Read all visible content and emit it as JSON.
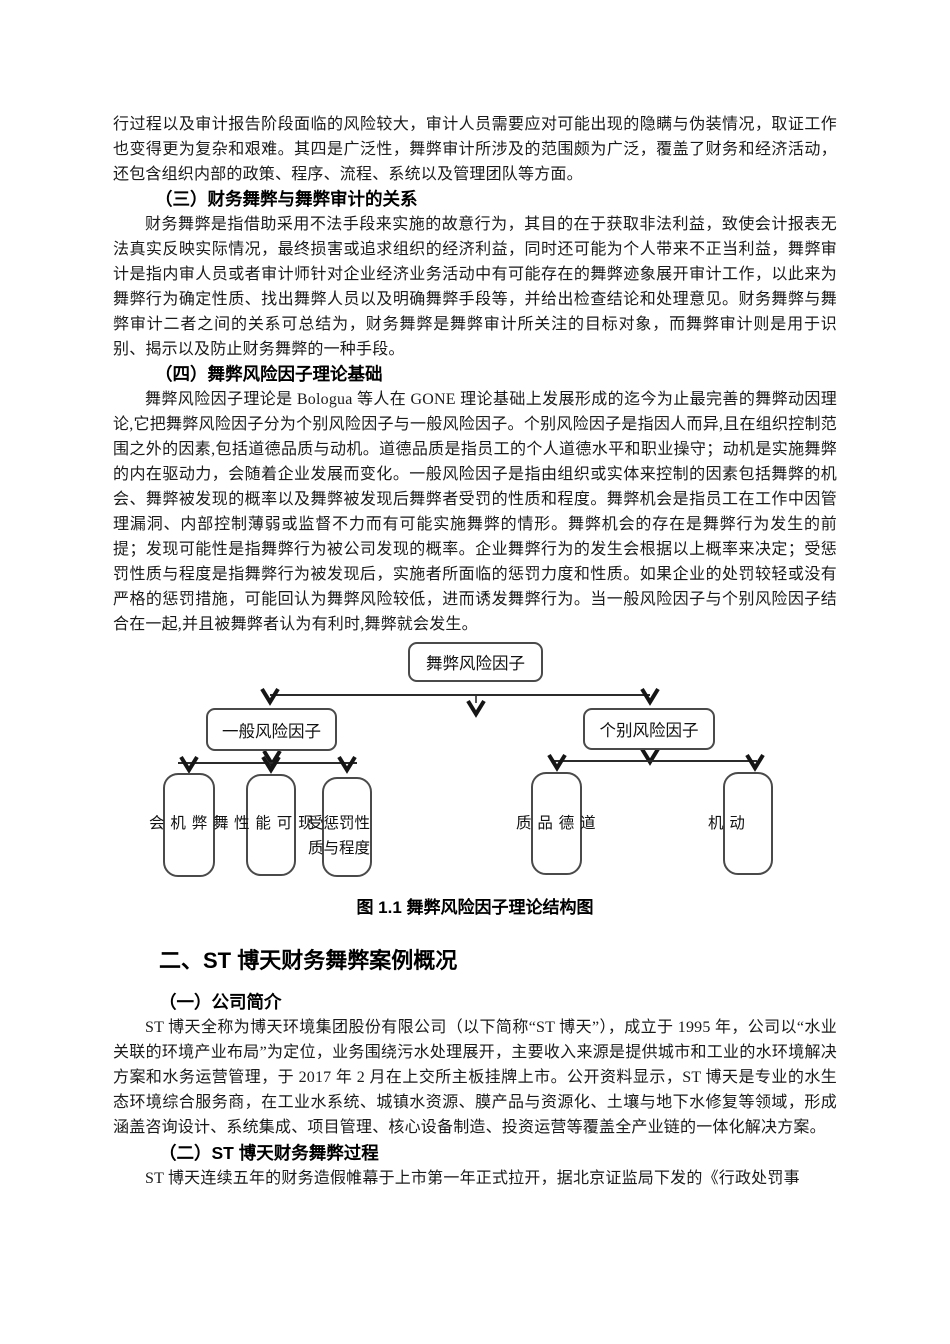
{
  "colors": {
    "background": "#ffffff",
    "text": "#1a1a1a",
    "heading": "#000000",
    "box_border": "#4a4a4a",
    "connector": "#2b2b2b"
  },
  "body_text": {
    "p1": "行过程以及审计报告阶段面临的风险较大，审计人员需要应对可能出现的隐瞒与伪装情况，取证工作也变得更为复杂和艰难。其四是广泛性，舞弊审计所涉及的范围颇为广泛，覆盖了财务和经济活动，还包含组织内部的政策、程序、流程、系统以及管理团队等方面。",
    "p2": "财务舞弊是指借助采用不法手段来实施的故意行为，其目的在于获取非法利益，致使会计报表无法真实反映实际情况，最终损害或追求组织的经济利益，同时还可能为个人带来不正当利益，舞弊审计是指内审人员或者审计师针对企业经济业务活动中有可能存在的舞弊迹象展开审计工作，以此来为舞弊行为确定性质、找出舞弊人员以及明确舞弊手段等，并给出检查结论和处理意见。财务舞弊与舞弊审计二者之间的关系可总结为，财务舞弊是舞弊审计所关注的目标对象，而舞弊审计则是用于识别、揭示以及防止财务舞弊的一种手段。",
    "p3": "舞弊风险因子理论是 Bologua 等人在 GONE 理论基础上发展形成的迄今为止最完善的舞弊动因理论,它把舞弊风险因子分为个别风险因子与一般风险因子。个别风险因子是指因人而异,且在组织控制范围之外的因素,包括道德品质与动机。道德品质是指员工的个人道德水平和职业操守；动机是实施舞弊的内在驱动力，会随着企业发展而变化。一般风险因子是指由组织或实体来控制的因素包括舞弊的机会、舞弊被发现的概率以及舞弊被发现后舞弊者受罚的性质和程度。舞弊机会是指员工在工作中因管理漏洞、内部控制薄弱或监督不力而有可能实施舞弊的情形。舞弊机会的存在是舞弊行为发生的前提；发现可能性是指舞弊行为被公司发现的概率。企业舞弊行为的发生会根据以上概率来决定；受惩罚性质与程度是指舞弊行为被发现后，实施者所面临的惩罚力度和性质。如果企业的处罚较轻或没有严格的惩罚措施，可能回认为舞弊风险较低，进而诱发舞弊行为。当一般风险因子与个别风险因子结合在一起,并且被舞弊者认为有利时,舞弊就会发生。",
    "p4": "ST 博天全称为博天环境集团股份有限公司（以下简称“ST 博天”），成立于 1995 年，公司以“水业关联的环境产业布局”为定位，业务围绕污水处理展开，主要收入来源是提供城市和工业的水环境解决方案和水务运营管理，于 2017 年 2 月在上交所主板挂牌上市。公开资料显示，ST 博天是专业的水生态环境综合服务商，在工业水系统、城镇水资源、膜产品与资源化、土壤与地下水修复等领域，形成涵盖咨询设计、系统集成、项目管理、核心设备制造、投资运营等覆盖全产业链的一体化解决方案。",
    "p5": "ST 博天连续五年的财务造假帷幕于上市第一年正式拉开，据北京证监局下发的《行政处罚事"
  },
  "headings": {
    "section_3": "（三）财务舞弊与舞弊审计的关系",
    "section_4": "（四）舞弊风险因子理论基础",
    "chapter_2": "二、ST 博天财务舞弊案例概况",
    "sub_1": "（一）公司简介",
    "sub_2": "（二）ST 博天财务舞弊过程"
  },
  "figure": {
    "root": "舞弊风险因子",
    "branch_left": "一般风险因子",
    "branch_right": "个别风险因子",
    "leaf_1": "会 机 弊 舞",
    "leaf_2": "性 能 可 现",
    "leaf_3": "受惩罚性质与程度",
    "leaf_4": "质 品 德 道",
    "leaf_5": "机 动",
    "caption": "图 1.1 舞弊风险因子理论结构图"
  }
}
